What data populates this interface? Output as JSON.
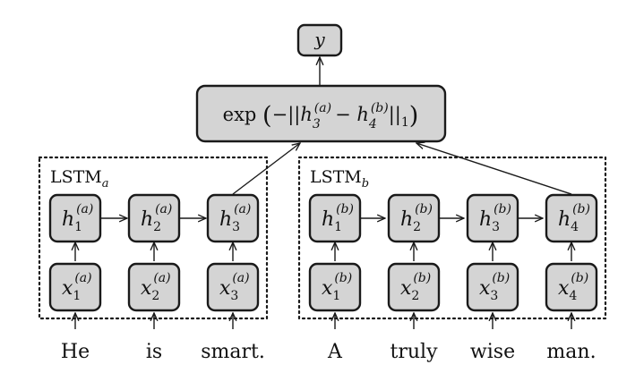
{
  "output_node": {
    "symbol": "y"
  },
  "similarity_node": {
    "prefix": "exp",
    "open_paren": "(",
    "minus": "−||",
    "h_a": "h",
    "h_a_sup": "(a)",
    "h_a_sub": "3",
    "diff": "−",
    "h_b": "h",
    "h_b_sup": "(b)",
    "h_b_sub": "4",
    "norm": "||",
    "norm_sub": "1",
    "close_paren": ")"
  },
  "lstm_a": {
    "label": "LSTM",
    "label_sub": "a",
    "hidden": [
      {
        "sym": "h",
        "sub": "1",
        "sup": "(a)"
      },
      {
        "sym": "h",
        "sub": "2",
        "sup": "(a)"
      },
      {
        "sym": "h",
        "sub": "3",
        "sup": "(a)"
      }
    ],
    "inputs": [
      {
        "sym": "x",
        "sub": "1",
        "sup": "(a)"
      },
      {
        "sym": "x",
        "sub": "2",
        "sup": "(a)"
      },
      {
        "sym": "x",
        "sub": "3",
        "sup": "(a)"
      }
    ],
    "words": [
      "He",
      "is",
      "smart."
    ]
  },
  "lstm_b": {
    "label": "LSTM",
    "label_sub": "b",
    "hidden": [
      {
        "sym": "h",
        "sub": "1",
        "sup": "(b)"
      },
      {
        "sym": "h",
        "sub": "2",
        "sup": "(b)"
      },
      {
        "sym": "h",
        "sub": "3",
        "sup": "(b)"
      },
      {
        "sym": "h",
        "sub": "4",
        "sup": "(b)"
      }
    ],
    "inputs": [
      {
        "sym": "x",
        "sub": "1",
        "sup": "(b)"
      },
      {
        "sym": "x",
        "sub": "2",
        "sup": "(b)"
      },
      {
        "sym": "x",
        "sub": "3",
        "sup": "(b)"
      },
      {
        "sym": "x",
        "sub": "4",
        "sup": "(b)"
      }
    ],
    "words": [
      "A",
      "truly",
      "wise",
      "man."
    ]
  }
}
